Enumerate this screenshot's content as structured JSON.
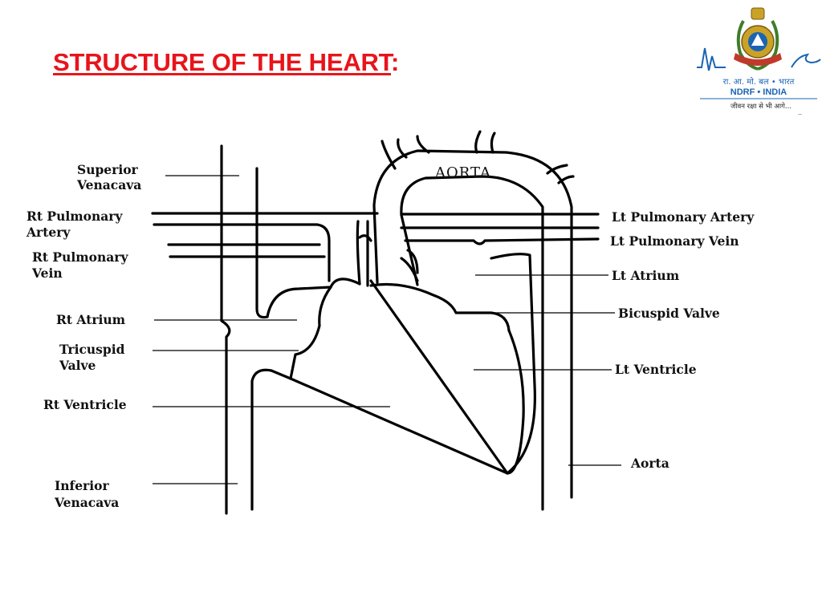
{
  "slide": {
    "title": "STRUCTURE OF THE HEART",
    "title_suffix": ":",
    "title_color": "#e8141b"
  },
  "logo": {
    "hindi_name": "रा. आ. मो. बल • भारत",
    "ribbon_text": "NDRF • INDIA",
    "motto": "जीवन रक्षा से भी आगे...",
    "motto_dots": "..",
    "primary_color": "#1a64b4",
    "accent_color": "#c9a227"
  },
  "diagram": {
    "aorta_arch_label": "AORTA",
    "left_labels": [
      {
        "id": "superior-venacava",
        "lines": [
          "Superior",
          "Venacava"
        ]
      },
      {
        "id": "rt-pulmonary-artery",
        "lines": [
          "Rt Pulmonary",
          "Artery"
        ]
      },
      {
        "id": "rt-pulmonary-vein",
        "lines": [
          "Rt Pulmonary",
          "Vein"
        ]
      },
      {
        "id": "rt-atrium",
        "lines": [
          "Rt Atrium"
        ]
      },
      {
        "id": "tricuspid-valve",
        "lines": [
          "Tricuspid",
          "Valve"
        ]
      },
      {
        "id": "rt-ventricle",
        "lines": [
          "Rt Ventricle"
        ]
      },
      {
        "id": "inferior-venacava",
        "lines": [
          "Inferior",
          "Venacava"
        ]
      }
    ],
    "right_labels": [
      {
        "id": "lt-pulmonary-artery",
        "lines": [
          "Lt Pulmonary Artery"
        ]
      },
      {
        "id": "lt-pulmonary-vein",
        "lines": [
          "Lt Pulmonary Vein"
        ]
      },
      {
        "id": "lt-atrium",
        "lines": [
          "Lt Atrium"
        ]
      },
      {
        "id": "bicuspid-valve",
        "lines": [
          "Bicuspid Valve"
        ]
      },
      {
        "id": "lt-ventricle",
        "lines": [
          "Lt Ventricle"
        ]
      },
      {
        "id": "aorta",
        "lines": [
          "Aorta"
        ]
      }
    ]
  }
}
